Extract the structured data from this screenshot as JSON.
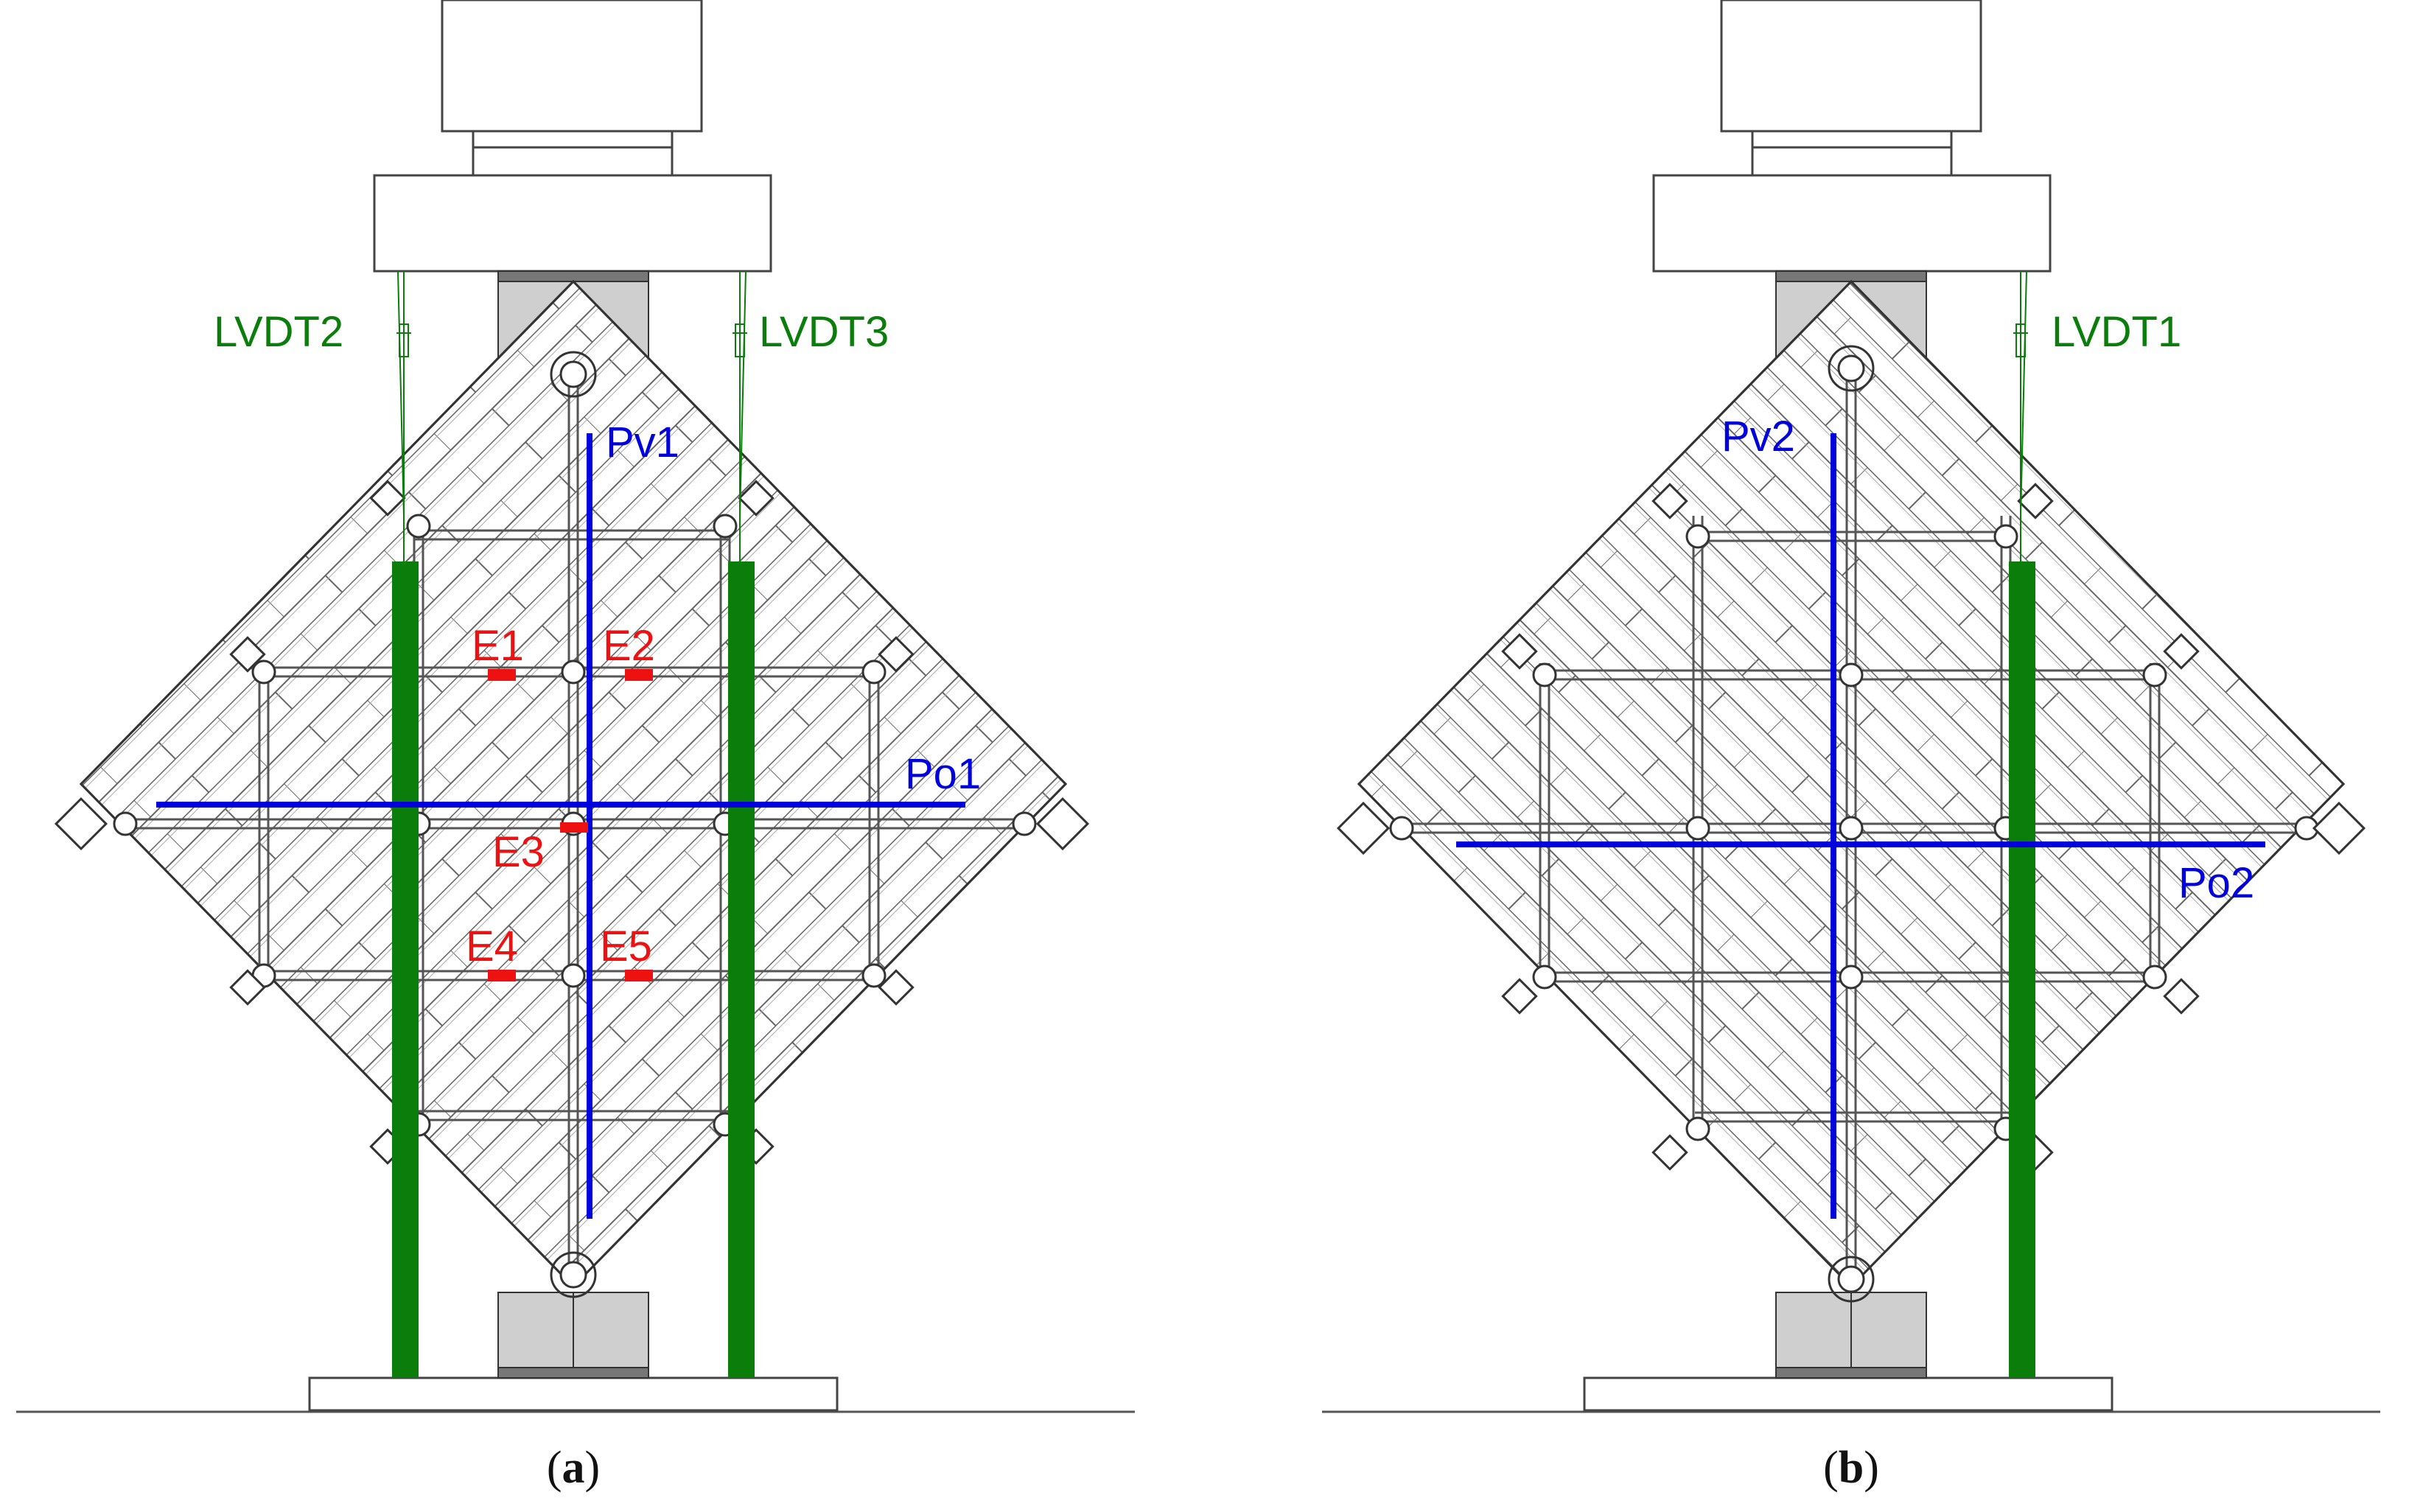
{
  "panels": [
    {
      "id": "a",
      "caption_open": "(",
      "caption_letter": "a",
      "caption_close": ")",
      "lvdt": [
        "LVDT2",
        "LVDT3"
      ],
      "profiles": [
        "Pv1",
        "Po1"
      ],
      "gauges": [
        "E1",
        "E2",
        "E3",
        "E4",
        "E5"
      ]
    },
    {
      "id": "b",
      "caption_open": "(",
      "caption_letter": "b",
      "caption_close": ")",
      "lvdt": [
        "LVDT1"
      ],
      "profiles": [
        "Pv2",
        "Po2"
      ]
    }
  ],
  "colors": {
    "lvdt": "#0a7d0a",
    "profile": "#0000dd",
    "gauge": "#ee1111",
    "structure": "#333333"
  }
}
